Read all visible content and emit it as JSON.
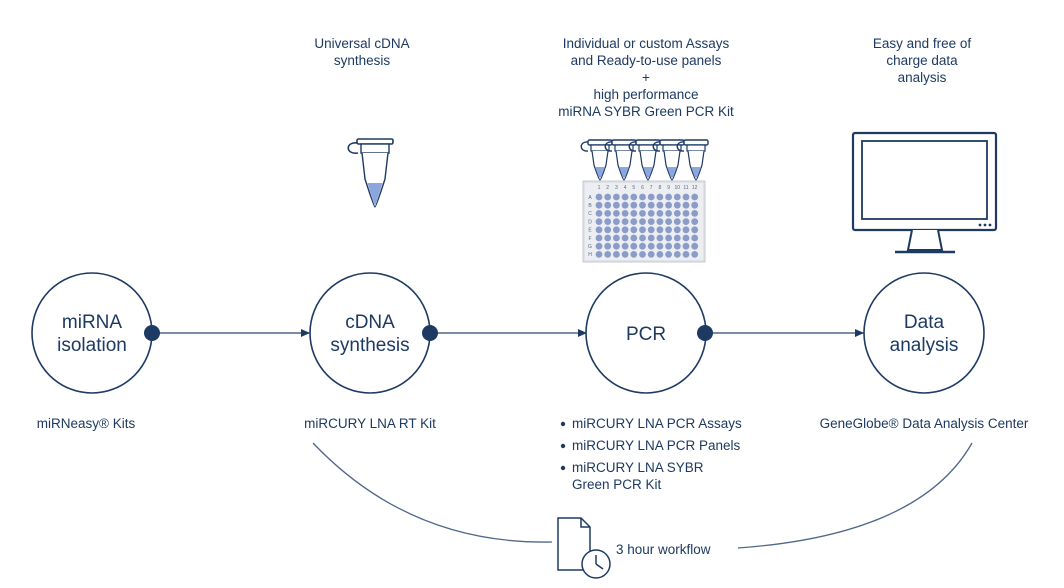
{
  "colors": {
    "primary": "#1d3a63",
    "line": "#4f6789",
    "liquid": "#8aa6dd",
    "well": "#8c9cc9",
    "plate": "#dfe2e8"
  },
  "top_captions": {
    "cdna": [
      "Universal cDNA",
      "synthesis"
    ],
    "pcr": [
      "Individual or custom Assays",
      "and Ready-to-use panels",
      "+",
      "high performance",
      "miRNA SYBR Green PCR Kit"
    ],
    "data": [
      "Easy and free of",
      "charge data",
      "analysis"
    ]
  },
  "steps": [
    {
      "label": [
        "miRNA",
        "isolation"
      ]
    },
    {
      "label": [
        "cDNA",
        "synthesis"
      ]
    },
    {
      "label": [
        "PCR"
      ]
    },
    {
      "label": [
        "Data",
        "analysis"
      ]
    }
  ],
  "products": {
    "isolation": "miRNeasy® Kits",
    "cdna": "miRCURY LNA RT Kit",
    "pcr": [
      "miRCURY LNA PCR Assays",
      "miRCURY LNA PCR Panels",
      "miRCURY LNA SYBR",
      "Green PCR Kit"
    ],
    "data": "GeneGlobe® Data Analysis Center"
  },
  "plate": {
    "columns": [
      "1",
      "2",
      "3",
      "4",
      "5",
      "6",
      "7",
      "8",
      "9",
      "10",
      "11",
      "12"
    ],
    "rows": [
      "A",
      "B",
      "C",
      "D",
      "E",
      "F",
      "G",
      "H"
    ]
  },
  "workflow_label": "3 hour workflow",
  "icons": [
    "tube-icon",
    "tubes-icon",
    "plate-icon",
    "monitor-icon",
    "document-clock-icon"
  ]
}
